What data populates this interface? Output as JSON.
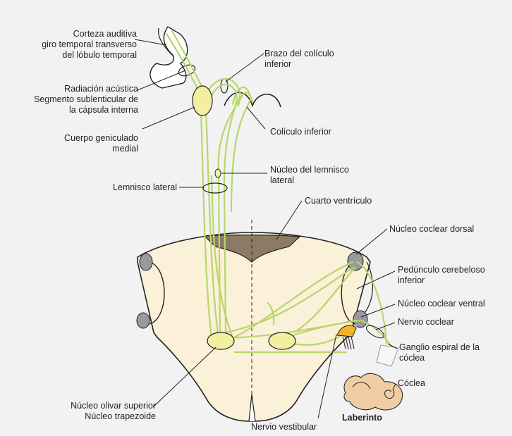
{
  "labels": {
    "corteza": [
      "Corteza auditiva",
      "giro temporal transverso",
      "del lóbulo temporal"
    ],
    "radiacion": [
      "Radiación acústica",
      "Segmento sublenticular de",
      "la cápsula interna"
    ],
    "geniculado": [
      "Cuerpo geniculado",
      "medial"
    ],
    "lemnisco_lateral": "Lemnisco lateral",
    "brazo": [
      "Brazo del colículo",
      "inferior"
    ],
    "coliculo": "Colículo inferior",
    "nucleo_lemnisco": [
      "Núcleo del lemnisco",
      "lateral"
    ],
    "cuarto_ventriculo": "Cuarto ventrículo",
    "coclear_dorsal": "Núcleo coclear dorsal",
    "peduncular": [
      "Pedúnculo cerebeloso",
      "inferior"
    ],
    "coclear_ventral": "Núcleo coclear ventral",
    "nervio_coclear": "Nervio coclear",
    "ganglio": [
      "Ganglio espiral de la",
      "cóclea"
    ],
    "coclea": "Cóclea",
    "laberinto": "Laberinto",
    "olivar": [
      "Núcleo olivar superior",
      "Núcleo trapezoide"
    ],
    "vestibular": "Nervio vestibular"
  },
  "colors": {
    "background": "#f2f2f2",
    "brainstem": "#fbf0d8",
    "outline": "#222222",
    "pathway": "#b8d66a",
    "nucleus": "#f3efa0",
    "ventricle": "#8a7a66",
    "gray_nucleus": "#9a9a9e",
    "vestibular_ganglion": "#f0b32a",
    "labyrinth": "#f2cda4"
  }
}
